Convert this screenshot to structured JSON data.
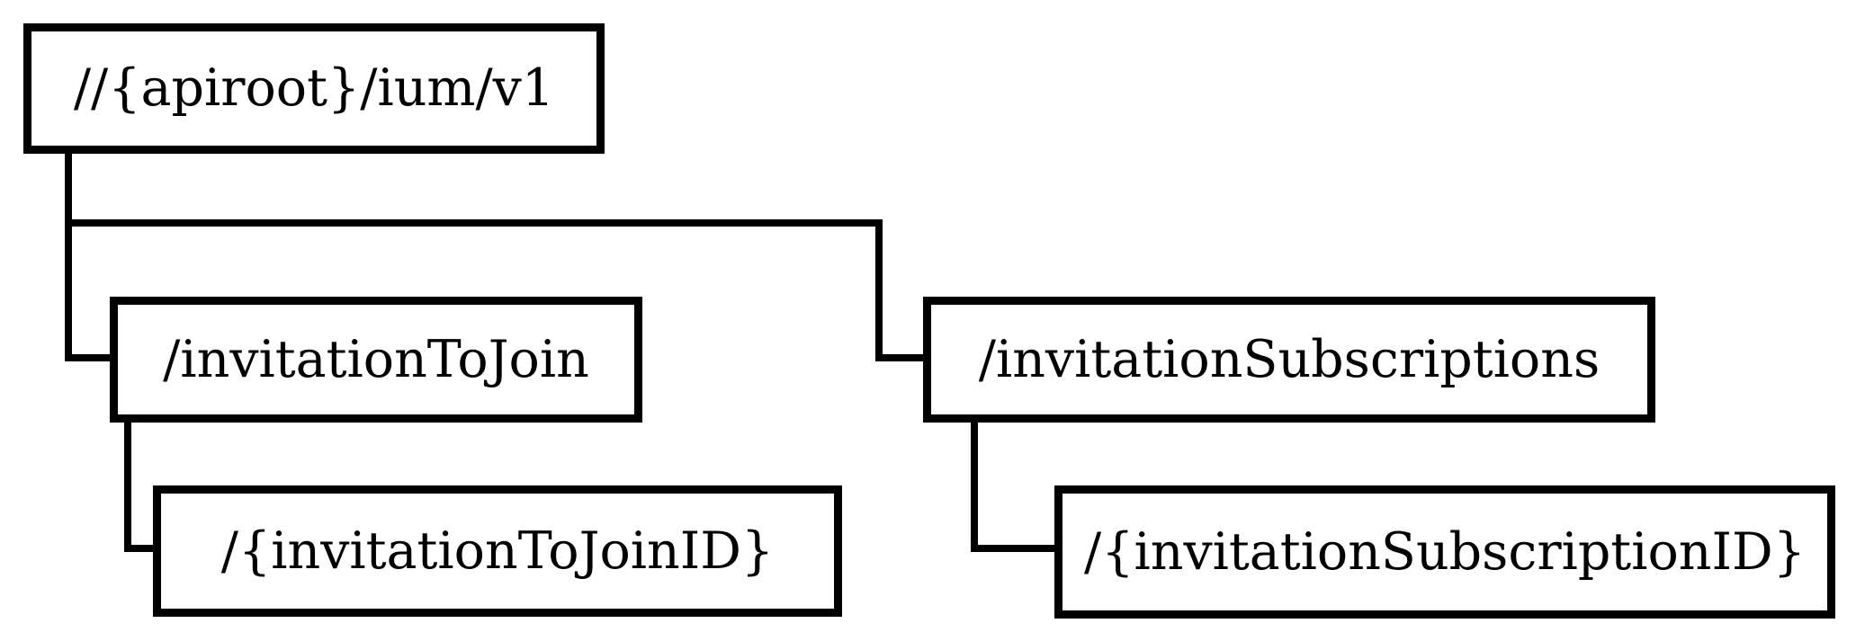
{
  "diagram": {
    "type": "tree",
    "description": "API resource hierarchy diagram",
    "background_color": "#ffffff",
    "line_color": "#000000",
    "nodes": {
      "root": {
        "label": "//{apiroot}/ium/v1"
      },
      "invitation_to_join": {
        "label": "/invitationToJoin"
      },
      "invitation_to_join_id": {
        "label": "/{invitationToJoinID}"
      },
      "invitation_subscriptions": {
        "label": "/invitationSubscriptions"
      },
      "invitation_subscription_id": {
        "label": "/{invitationSubscriptionID}"
      }
    },
    "edges": [
      {
        "from": "root",
        "to": "invitation_to_join"
      },
      {
        "from": "root",
        "to": "invitation_subscriptions"
      },
      {
        "from": "invitation_to_join",
        "to": "invitation_to_join_id"
      },
      {
        "from": "invitation_subscriptions",
        "to": "invitation_subscription_id"
      }
    ]
  }
}
